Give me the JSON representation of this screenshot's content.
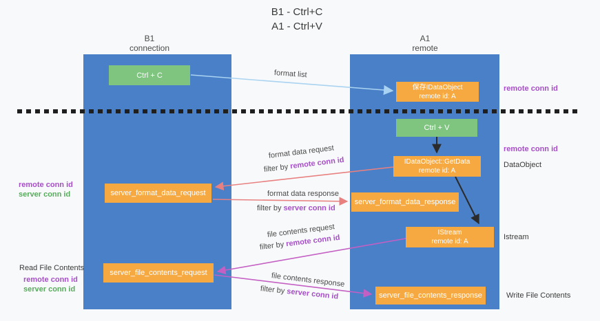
{
  "title": {
    "line1": "B1 - Ctrl+C",
    "line2": "A1 - Ctrl+V"
  },
  "columns": {
    "left": {
      "name": "B1",
      "subtitle": "connection"
    },
    "right": {
      "name": "A1",
      "subtitle": "remote"
    }
  },
  "nodes": {
    "ctrl_c": "Ctrl + C",
    "ctrl_v": "Ctrl + V",
    "save_dataobject": {
      "line1": "保存IDataObject",
      "line2": "remote id: A"
    },
    "getdata": {
      "line1": "IDataObject::GetData",
      "line2": "remote id: A"
    },
    "istream": {
      "line1": "IStream",
      "line2": "remote id: A"
    },
    "format_request": "server_format_data_request",
    "format_response": "server_format_data_response",
    "file_request": "server_file_contents_request",
    "file_response": "server_file_contents_response"
  },
  "side_labels": {
    "remote_conn_top": "remote conn id",
    "remote_conn_mid": "remote conn id",
    "dataobject": "DataObject",
    "istream": "Istream",
    "write_file": "Write File Contents",
    "read_file": "Read File Contents",
    "left_mid": {
      "remote": "remote conn id",
      "server": "server conn id"
    },
    "left_bottom": {
      "remote": "remote conn id",
      "server": "server conn id"
    }
  },
  "flow_labels": {
    "format_list": "format list",
    "format_request_line": "format data request",
    "format_request_filter_prefix": "filter by ",
    "format_request_filter_em": "remote conn id",
    "format_response_line": "format data response",
    "format_response_filter_prefix": "filter by ",
    "format_response_filter_em": "server conn id",
    "file_request_line": "file contents request",
    "file_request_filter_prefix": "filter by ",
    "file_request_filter_em": "remote conn id",
    "file_response_line": "file contents response",
    "file_response_filter_prefix": "filter by ",
    "file_response_filter_em": "server conn id"
  },
  "colors": {
    "background": "#f8f9fa",
    "lane_blue": "#4a80c8",
    "node_orange": "#f7a941",
    "node_green": "#7fc580",
    "arrow_light_blue": "#a9d3f1",
    "arrow_salmon": "#e88080",
    "arrow_magenta": "#c45fc4",
    "arrow_black": "#2b2b2b",
    "text_purple": "#a64fc8",
    "text_green": "#58ab5c",
    "divider_black": "#1f1f1f"
  }
}
